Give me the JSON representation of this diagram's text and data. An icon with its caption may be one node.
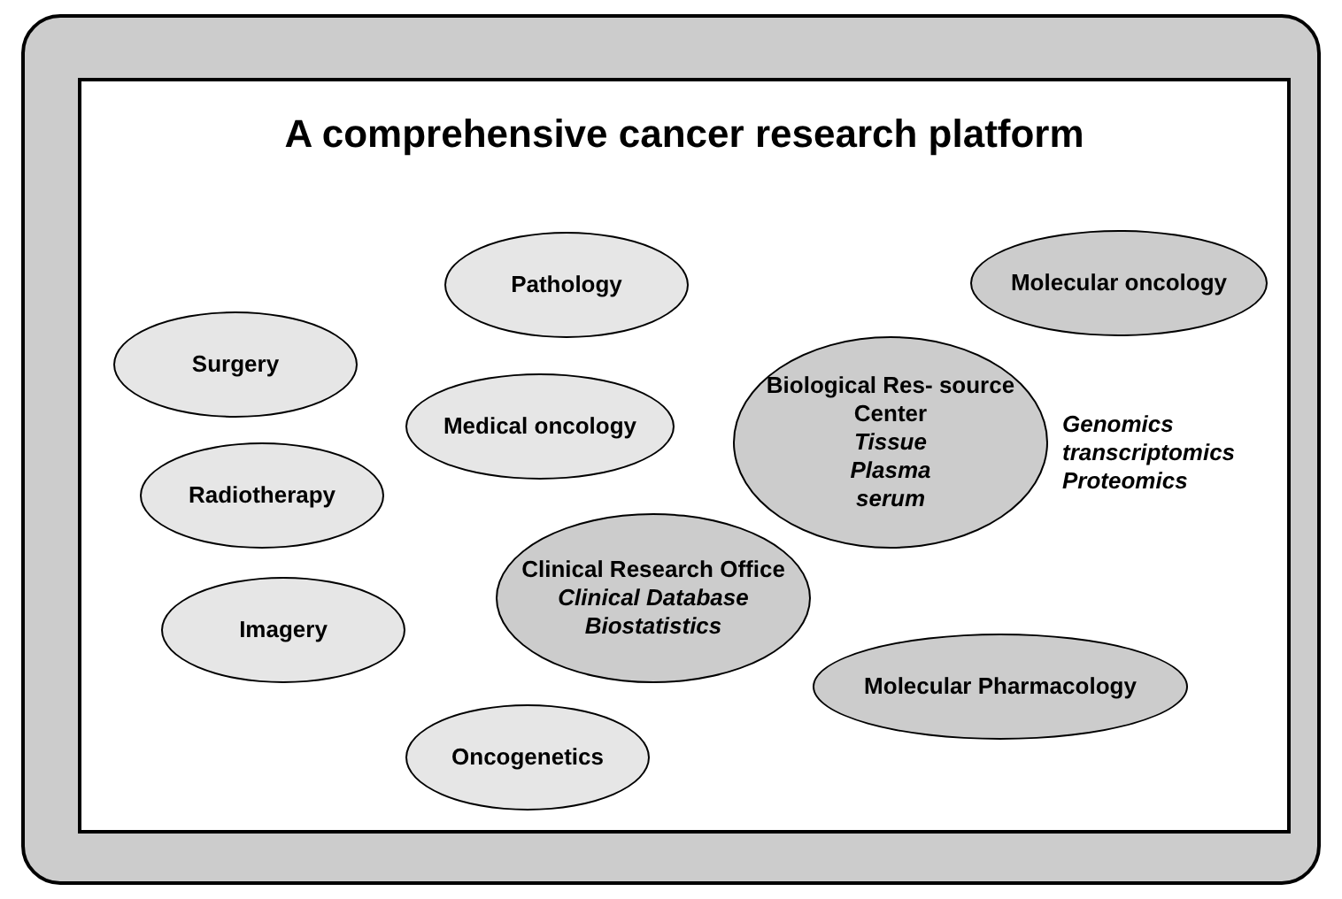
{
  "diagram": {
    "title": "A comprehensive cancer research platform",
    "nodes": [
      {
        "text": [
          "Pathology"
        ]
      },
      {
        "text": [
          "Molecular oncology"
        ]
      },
      {
        "text": [
          "Surgery"
        ]
      },
      {
        "text": [
          "Medical oncology"
        ]
      },
      {
        "text": [
          "Biological Res- source Center",
          "Tissue",
          "Plasma",
          "serum"
        ],
        "beside": [
          "Genomics",
          "transcriptomics",
          "Proteomics"
        ]
      },
      {
        "text": [
          "Radiotherapy"
        ]
      },
      {
        "text": [
          "Clinical Research Office",
          "Clinical Database",
          "Biostatistics"
        ]
      },
      {
        "text": [
          "Imagery"
        ]
      },
      {
        "text": [
          "Molecular Pharmacology"
        ]
      },
      {
        "text": [
          "Oncogenetics"
        ]
      }
    ]
  }
}
